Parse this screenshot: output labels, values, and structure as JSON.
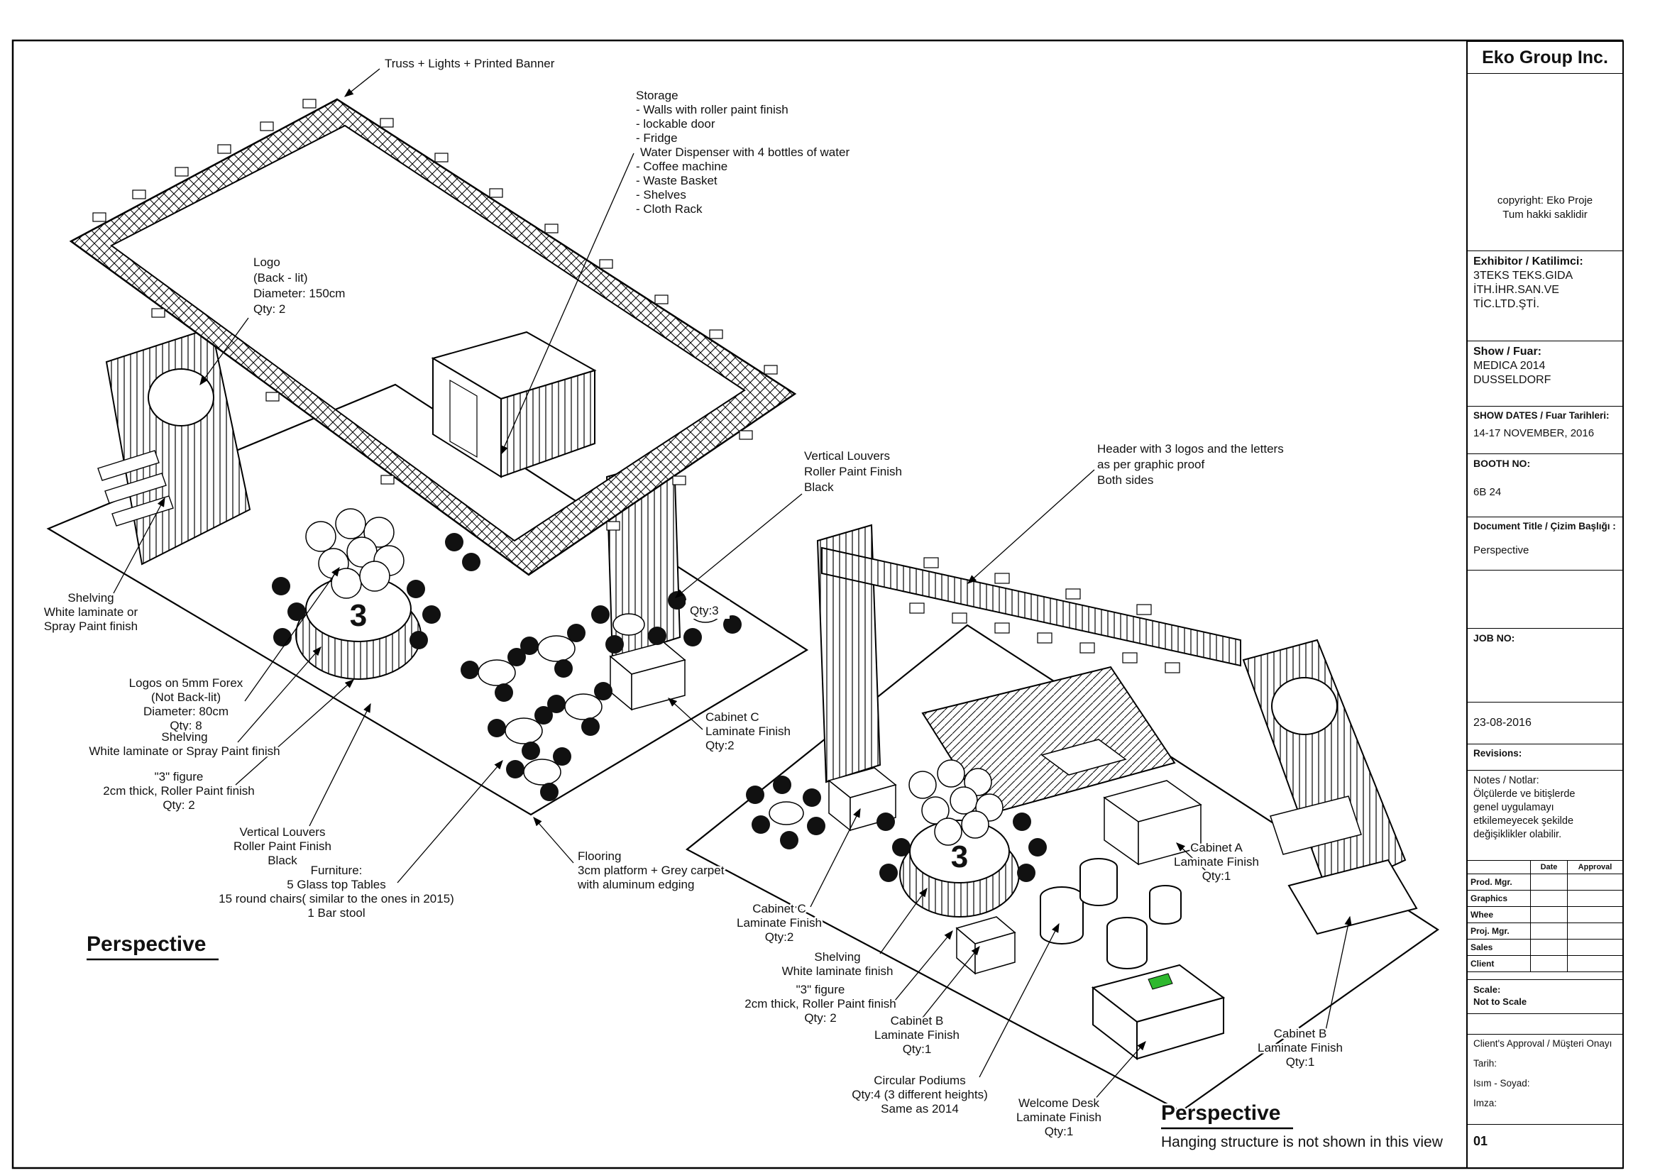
{
  "title_block": {
    "company": "Eko Group Inc.",
    "copyright_line1": "copyright: Eko Proje",
    "copyright_line2": "Tum hakki saklidir",
    "exhibitor_label": "Exhibitor / Katilimci:",
    "exhibitor_lines": [
      "3TEKS TEKS.GIDA",
      "İTH.İHR.SAN.VE",
      "TİC.LTD.ŞTİ."
    ],
    "show_label": "Show / Fuar:",
    "show_lines": [
      "MEDICA 2014",
      "DUSSELDORF"
    ],
    "show_dates_label": "SHOW DATES / Fuar Tarihleri:",
    "show_dates_value": "14-17 NOVEMBER, 2016",
    "booth_no_label": "BOOTH NO:",
    "booth_no_value": "6B 24",
    "doc_title_label": "Document Title / Çizim Başlığı :",
    "doc_title_value": "Perspective",
    "job_no_label": "JOB NO:",
    "date_value": "23-08-2016",
    "revisions_label": "Revisions:",
    "notes_lines": [
      "Notes / Notlar:",
      "Ölçülerde ve bitişlerde",
      "genel uygulamayı",
      "etkilemeyecek şekilde",
      "değişiklikler olabilir."
    ],
    "approval_table": {
      "columns": [
        "",
        "Date",
        "Approval"
      ],
      "rows": [
        "Prod. Mgr.",
        "Graphics",
        "Whee",
        "Proj. Mgr.",
        "Sales",
        "Client"
      ]
    },
    "scale_label": "Scale:",
    "scale_value": "Not  to  Scale",
    "client_approval": {
      "title": "Client's Approval / Müşteri Onayı",
      "fields": [
        "Tarih:",
        "Isım - Soyad:",
        "Imza:"
      ]
    },
    "sheet_no": "01"
  },
  "drawing": {
    "figures": {
      "three": "3"
    },
    "annotations": {
      "truss": {
        "lines": [
          "Truss + Lights + Printed Banner"
        ]
      },
      "storage": {
        "lines": [
          "Storage",
          "- Walls with roller paint finish",
          "- lockable door",
          "- Fridge",
          "Water Dispenser with 4 bottles of water",
          "- Coffee machine",
          "- Waste Basket",
          "- Shelves",
          "- Cloth Rack"
        ]
      },
      "logo_backlit": {
        "lines": [
          "Logo",
          "(Back - lit)",
          "Diameter: 150cm",
          "Qty: 2"
        ]
      },
      "vertical_louvers_1": {
        "lines": [
          "Vertical Louvers",
          "Roller Paint Finish",
          "Black"
        ]
      },
      "header_logos": {
        "lines": [
          "Header with 3 logos and the letters",
          "as per graphic proof",
          "Both sides"
        ]
      },
      "shelving_1": {
        "lines": [
          "Shelving",
          "White laminate or",
          "Spray Paint finish"
        ]
      },
      "logos_forex": {
        "lines": [
          "Logos on 5mm Forex",
          "(Not Back-lit)",
          "Diameter: 80cm",
          "Qty: 8"
        ]
      },
      "shelving_2": {
        "lines": [
          "Shelving",
          "White laminate or Spray Paint finish"
        ]
      },
      "figure3_left": {
        "lines": [
          "\"3\" figure",
          "2cm thick, Roller Paint finish",
          "Qty: 2"
        ]
      },
      "vertical_louvers_2": {
        "lines": [
          "Vertical Louvers",
          "Roller Paint Finish",
          "Black"
        ]
      },
      "furniture": {
        "lines": [
          "Furniture:",
          "5 Glass top Tables",
          "15  round chairs( similar to the ones in 2015)",
          "1 Bar stool"
        ]
      },
      "flooring": {
        "lines": [
          "Flooring",
          "3cm platform + Grey carpet",
          "with aluminum edging"
        ]
      },
      "cabinet_c_1": {
        "lines": [
          "Cabinet C",
          "Laminate Finish",
          "Qty:2"
        ]
      },
      "cabinet_c_2": {
        "lines": [
          "Cabinet C",
          "Laminate Finish",
          "Qty:2"
        ]
      },
      "shelving_3": {
        "lines": [
          "Shelving",
          "White laminate finish"
        ]
      },
      "figure3_right": {
        "lines": [
          "\"3\" figure",
          "2cm thick, Roller Paint finish",
          "Qty: 2"
        ]
      },
      "cabinet_b_1": {
        "lines": [
          "Cabinet B",
          "Laminate Finish",
          "Qty:1"
        ]
      },
      "circular_podiums": {
        "lines": [
          "Circular Podiums",
          "Qty:4 (3 different heights)",
          "Same as 2014"
        ]
      },
      "welcome_desk": {
        "lines": [
          "Welcome Desk",
          "Laminate Finish",
          "Qty:1"
        ]
      },
      "cabinet_a": {
        "lines": [
          "Cabinet A",
          "Laminate Finish",
          "Qty:1"
        ]
      },
      "cabinet_b_2": {
        "lines": [
          "Cabinet B",
          "Laminate Finish",
          "Qty:1"
        ]
      },
      "qty3_partial": {
        "lines": [
          "Qty:3"
        ]
      },
      "perspective_left": {
        "lines": [
          "Perspective"
        ]
      },
      "perspective_right": {
        "lines": [
          "Perspective"
        ]
      },
      "hanging_note": {
        "lines": [
          "Hanging structure is not shown in this view"
        ]
      }
    }
  },
  "colors": {
    "line": "#000000",
    "paper": "#ffffff",
    "logo_green": "#2eb82e"
  }
}
